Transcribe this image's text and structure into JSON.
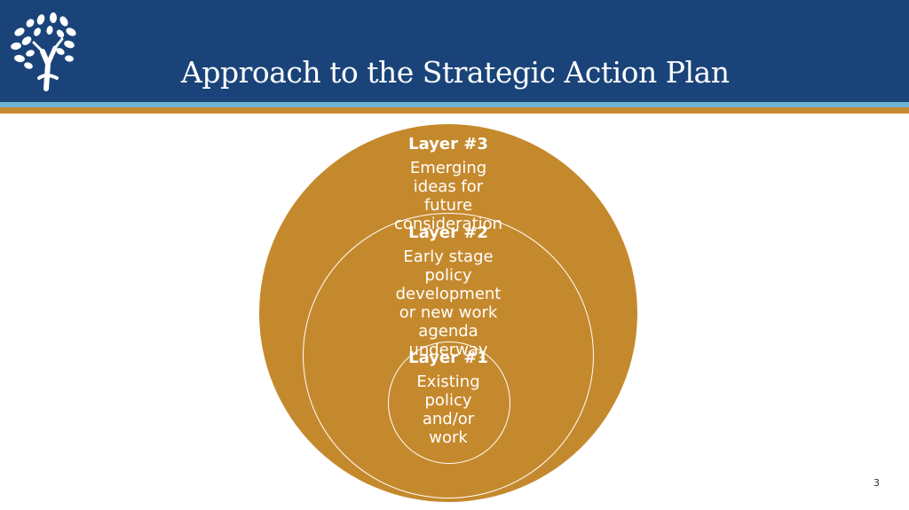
{
  "header": {
    "title": "Approach to the Strategic Action Plan",
    "logo_icon": "tree-hand-icon",
    "background_color": "#1a4479"
  },
  "colors": {
    "circle_fill": "#c5892d",
    "stripe_blue": "#6fb2d6",
    "stripe_gold": "#c5892d",
    "text": "#ffffff"
  },
  "diagram": {
    "layers": [
      {
        "heading": "Layer #3",
        "body": "Emerging ideas for future consideration"
      },
      {
        "heading": "Layer #2",
        "body": "Early stage policy development or new work agenda underway"
      },
      {
        "heading": "Layer #1",
        "body": "Existing policy and/or work"
      }
    ]
  },
  "footer": {
    "page_number": "3"
  }
}
